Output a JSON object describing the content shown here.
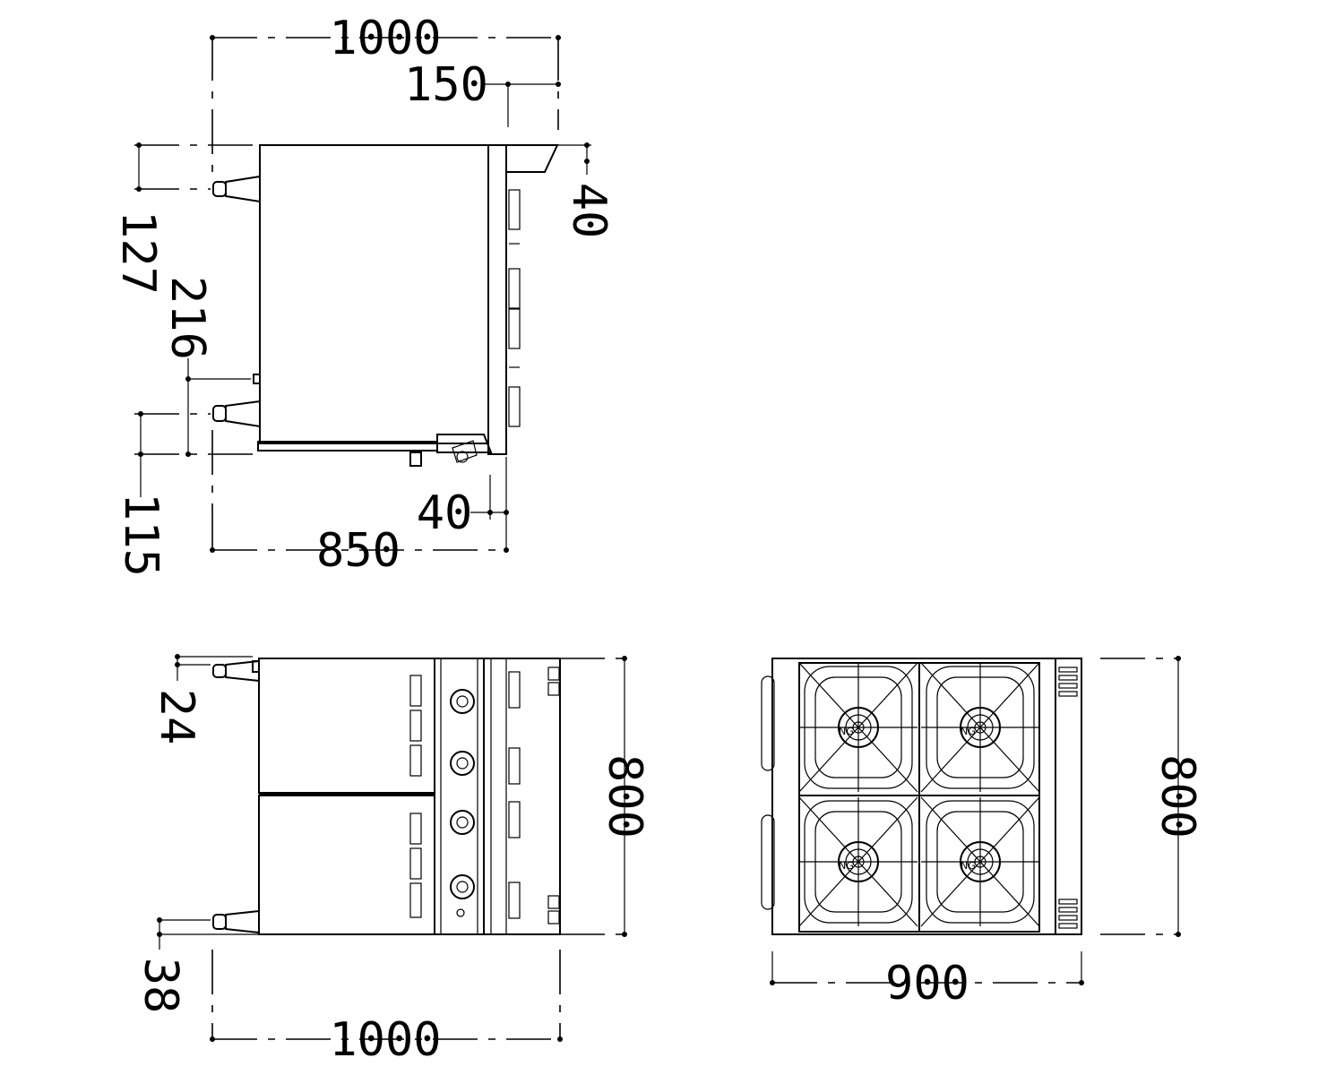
{
  "dimensions": {
    "side_top_width": "1000",
    "side_overhang": "150",
    "side_top_thickness": "40",
    "side_upper_leg": "127",
    "side_leg_span": "216",
    "side_depth": "850",
    "side_front_offset": "40",
    "side_bottom_height": "115",
    "front_top_offset": "24",
    "front_height": "800",
    "front_foot": "38",
    "front_width": "1000",
    "top_width": "900",
    "top_depth": "800"
  },
  "burner_mark": "NG",
  "colors": {
    "line": "#000000",
    "background": "#ffffff"
  }
}
